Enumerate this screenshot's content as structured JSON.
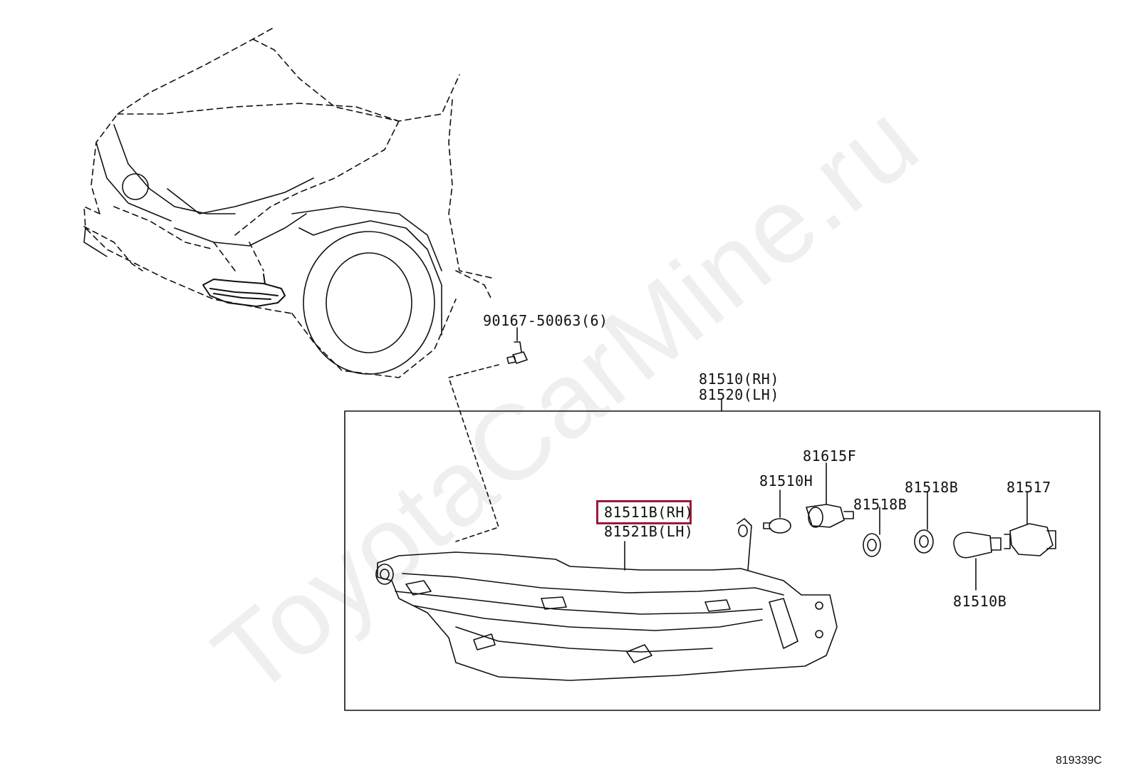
{
  "watermark": "ToyotaCarMine.ru",
  "diagram_id": "819339C",
  "highlight_color": "#9b1b3a",
  "labels": {
    "bolt": "90167-50063(6)",
    "assembly_rh": "81510(RH)",
    "assembly_lh": "81520(LH)",
    "socket_f": "81615F",
    "bulb_h": "81510H",
    "lens_rh": "81511B(RH)",
    "lens_lh": "81521B(LH)",
    "grommet_1": "81518B",
    "grommet_2": "81518B",
    "socket_bulb": "81517",
    "bulb_b": "81510B"
  }
}
